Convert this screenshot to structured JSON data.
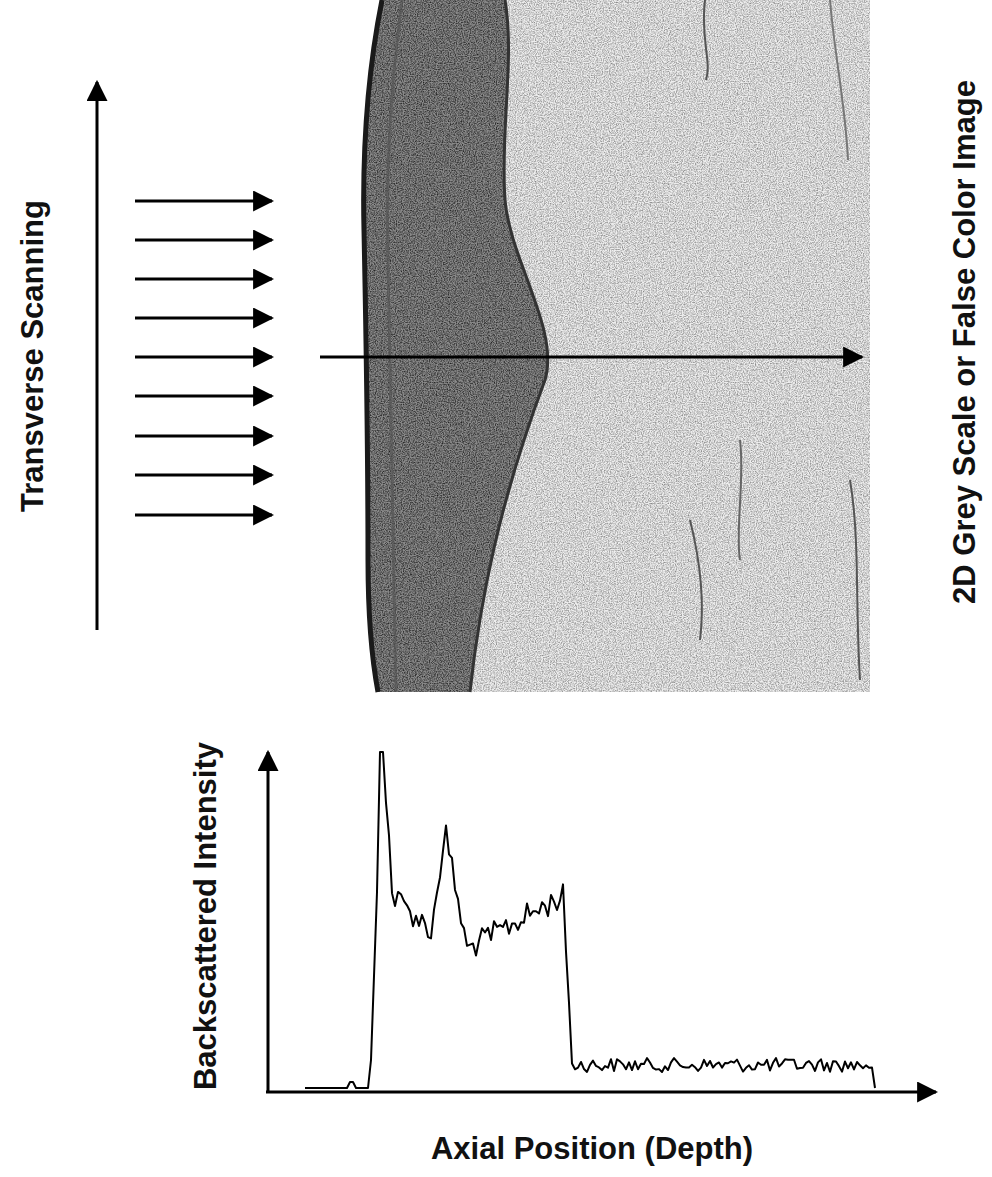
{
  "diagram": {
    "labels": [
      "Transverse Scanning",
      "2D Grey Scale or False Color Image",
      "Backscattered Intensity",
      "Axial Position (Depth)"
    ]
  }
}
